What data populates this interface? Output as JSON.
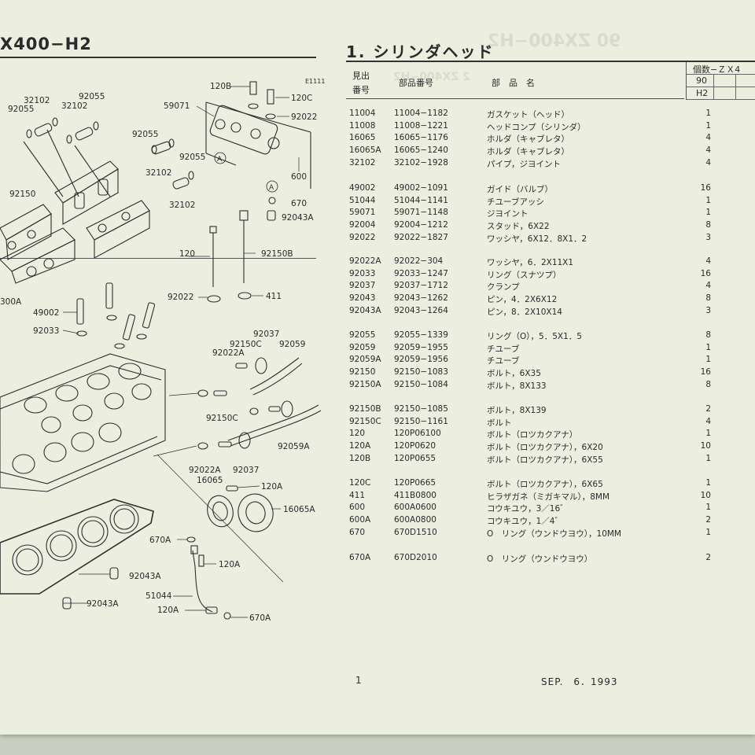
{
  "left_title": "X400−H2",
  "right_title": "1. シリンダヘッド",
  "diagram_code": "E1111",
  "header": {
    "ref_line1": "見出",
    "ref_line2": "番号",
    "part_no": "部品番号",
    "part_name": "部　品　名",
    "qty_title": "個数−ＺＸ4",
    "qty_year": "90",
    "qty_model": "H2"
  },
  "parts": [
    {
      "ref": "11004",
      "part": "11004−1182",
      "name": "ガスケット（ヘッド）",
      "qty": "1"
    },
    {
      "ref": "11008",
      "part": "11008−1221",
      "name": "ヘッドコンプ（シリンダ）",
      "qty": "1"
    },
    {
      "ref": "16065",
      "part": "16065−1176",
      "name": "ホルダ（キャブレタ）",
      "qty": "4"
    },
    {
      "ref": "16065A",
      "part": "16065−1240",
      "name": "ホルダ（キャブレタ）",
      "qty": "4"
    },
    {
      "ref": "32102",
      "part": "32102−1928",
      "name": "パイプ，ジヨイント",
      "qty": "4"
    },
    {
      "ref": "49002",
      "part": "49002−1091",
      "name": "ガイド（バルブ）",
      "qty": "16"
    },
    {
      "ref": "51044",
      "part": "51044−1141",
      "name": "チユーブアッシ",
      "qty": "1"
    },
    {
      "ref": "59071",
      "part": "59071−1148",
      "name": "ジヨイント",
      "qty": "1"
    },
    {
      "ref": "92004",
      "part": "92004−1212",
      "name": "スタッド，6X22",
      "qty": "8"
    },
    {
      "ref": "92022",
      "part": "92022−1827",
      "name": "ワッシヤ，6X12．8X1．2",
      "qty": "3"
    },
    {
      "ref": "92022A",
      "part": "92022−304",
      "name": "ワッシヤ，6．2X11X1",
      "qty": "4"
    },
    {
      "ref": "92033",
      "part": "92033−1247",
      "name": "リング（スナツプ）",
      "qty": "16"
    },
    {
      "ref": "92037",
      "part": "92037−1712",
      "name": "クランプ",
      "qty": "4"
    },
    {
      "ref": "92043",
      "part": "92043−1262",
      "name": "ピン，4．2X6X12",
      "qty": "8"
    },
    {
      "ref": "92043A",
      "part": "92043−1264",
      "name": "ピン，8．2X10X14",
      "qty": "3"
    },
    {
      "ref": "92055",
      "part": "92055−1339",
      "name": "リング（O），5．5X1．5",
      "qty": "8"
    },
    {
      "ref": "92059",
      "part": "92059−1955",
      "name": "チユーブ",
      "qty": "1"
    },
    {
      "ref": "92059A",
      "part": "92059−1956",
      "name": "チユーブ",
      "qty": "1"
    },
    {
      "ref": "92150",
      "part": "92150−1083",
      "name": "ボルト，6X35",
      "qty": "16"
    },
    {
      "ref": "92150A",
      "part": "92150−1084",
      "name": "ボルト，8X133",
      "qty": "8"
    },
    {
      "ref": "92150B",
      "part": "92150−1085",
      "name": "ボルト，8X139",
      "qty": "2"
    },
    {
      "ref": "92150C",
      "part": "92150−1161",
      "name": "ボルト",
      "qty": "4"
    },
    {
      "ref": "120",
      "part": "120P06100",
      "name": "ボルト（ロツカクアナ）",
      "qty": "1"
    },
    {
      "ref": "120A",
      "part": "120P0620",
      "name": "ボルト（ロツカクアナ），6X20",
      "qty": "10"
    },
    {
      "ref": "120B",
      "part": "120P0655",
      "name": "ボルト（ロツカクアナ），6X55",
      "qty": "1"
    },
    {
      "ref": "120C",
      "part": "120P0665",
      "name": "ボルト（ロツカクアナ），6X65",
      "qty": "1"
    },
    {
      "ref": "411",
      "part": "411B0800",
      "name": "ヒラザガネ（ミガキマル），8MM",
      "qty": "10"
    },
    {
      "ref": "600",
      "part": "600A0600",
      "name": "コウキユウ，3／16゛",
      "qty": "1"
    },
    {
      "ref": "600A",
      "part": "600A0800",
      "name": "コウキユウ，1／4゛",
      "qty": "2"
    },
    {
      "ref": "670",
      "part": "670D1510",
      "name": "O　リング（ウンドウヨウ），10MM",
      "qty": "1"
    },
    {
      "ref": "670A",
      "part": "670D2010",
      "name": "O　リング（ウンドウヨウ）",
      "qty": "2"
    }
  ],
  "diagram_labels": {
    "l_120B": "120B",
    "l_120C": "120C",
    "l_92022_top": "92022",
    "l_59071": "59071",
    "l_32102a": "32102",
    "l_32102b": "32102",
    "l_92055a": "92055",
    "l_92055b": "92055",
    "l_92055c": "92055",
    "l_32102c": "32102",
    "l_92055d": "92055",
    "l_32102d": "32102",
    "l_600": "600",
    "l_A1": "A",
    "l_A2": "A",
    "l_670": "670",
    "l_92043A_top": "92043A",
    "l_92150": "92150",
    "l_120": "120",
    "l_92150B": "92150B",
    "l_92022_mid": "92022",
    "l_411": "411",
    "l_300A": "300A",
    "l_49002": "49002",
    "l_92033": "92033",
    "l_92037a": "92037",
    "l_92150C_a": "92150C",
    "l_92059": "92059",
    "l_92022A_a": "92022A",
    "l_92150C_b": "92150C",
    "l_92059A": "92059A",
    "l_92022A_b": "92022A",
    "l_92037b": "92037",
    "l_16065": "16065",
    "l_120A_a": "120A",
    "l_16065A": "16065A",
    "l_670A_a": "670A",
    "l_120A_b": "120A",
    "l_92043A_a": "92043A",
    "l_51044": "51044",
    "l_92043A_b": "92043A",
    "l_120A_c": "120A",
    "l_670A_b": "670A"
  },
  "footer": {
    "page": "1",
    "date": "SEP.　6．1993"
  }
}
